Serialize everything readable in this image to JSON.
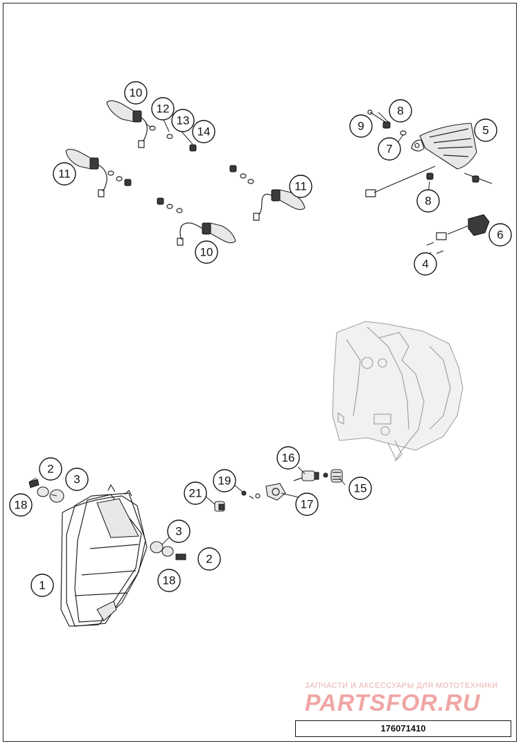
{
  "document_number": "176071410",
  "watermark": {
    "subtitle": "ЗАПЧАСТИ И АКСЕССУАРЫ ДЛЯ МОТОТЕХНИКИ",
    "brand": "PARTSFOR.RU"
  },
  "callouts": [
    {
      "label": "1"
    },
    {
      "label": "2"
    },
    {
      "label": "2"
    },
    {
      "label": "3"
    },
    {
      "label": "3"
    },
    {
      "label": "4"
    },
    {
      "label": "5"
    },
    {
      "label": "6"
    },
    {
      "label": "7"
    },
    {
      "label": "8"
    },
    {
      "label": "8"
    },
    {
      "label": "9"
    },
    {
      "label": "10"
    },
    {
      "label": "10"
    },
    {
      "label": "11"
    },
    {
      "label": "11"
    },
    {
      "label": "12"
    },
    {
      "label": "13"
    },
    {
      "label": "14"
    },
    {
      "label": "15"
    },
    {
      "label": "16"
    },
    {
      "label": "17"
    },
    {
      "label": "18"
    },
    {
      "label": "18"
    },
    {
      "label": "19"
    },
    {
      "label": "21"
    }
  ]
}
